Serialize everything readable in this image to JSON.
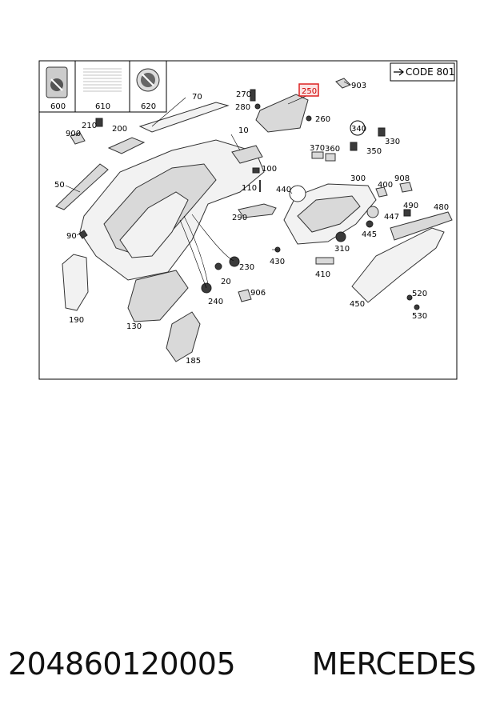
{
  "frame": {
    "code_label": "CODE 801"
  },
  "part_labels": [
    {
      "id": "600",
      "text": "600"
    },
    {
      "id": "610",
      "text": "610"
    },
    {
      "id": "620",
      "text": "620"
    },
    {
      "id": "70",
      "text": "70"
    },
    {
      "id": "270",
      "text": "270"
    },
    {
      "id": "280",
      "text": "280"
    },
    {
      "id": "250",
      "text": "250"
    },
    {
      "id": "903",
      "text": "903"
    },
    {
      "id": "260",
      "text": "260"
    },
    {
      "id": "210",
      "text": "210"
    },
    {
      "id": "900",
      "text": "900"
    },
    {
      "id": "200",
      "text": "200"
    },
    {
      "id": "10",
      "text": "10"
    },
    {
      "id": "340",
      "text": "340"
    },
    {
      "id": "330",
      "text": "330"
    },
    {
      "id": "370",
      "text": "370"
    },
    {
      "id": "360",
      "text": "360"
    },
    {
      "id": "350",
      "text": "350"
    },
    {
      "id": "100",
      "text": "100"
    },
    {
      "id": "50",
      "text": "50"
    },
    {
      "id": "300",
      "text": "300"
    },
    {
      "id": "908",
      "text": "908"
    },
    {
      "id": "110",
      "text": "110"
    },
    {
      "id": "440",
      "text": "440"
    },
    {
      "id": "400",
      "text": "400"
    },
    {
      "id": "490",
      "text": "490"
    },
    {
      "id": "480",
      "text": "480"
    },
    {
      "id": "290",
      "text": "290"
    },
    {
      "id": "447",
      "text": "447"
    },
    {
      "id": "90",
      "text": "90"
    },
    {
      "id": "445",
      "text": "445"
    },
    {
      "id": "310",
      "text": "310"
    },
    {
      "id": "430",
      "text": "430"
    },
    {
      "id": "230",
      "text": "230"
    },
    {
      "id": "410",
      "text": "410"
    },
    {
      "id": "20",
      "text": "20"
    },
    {
      "id": "906",
      "text": "906"
    },
    {
      "id": "520",
      "text": "520"
    },
    {
      "id": "240",
      "text": "240"
    },
    {
      "id": "450",
      "text": "450"
    },
    {
      "id": "190",
      "text": "190"
    },
    {
      "id": "530",
      "text": "530"
    },
    {
      "id": "130",
      "text": "130"
    },
    {
      "id": "185",
      "text": "185"
    }
  ],
  "highlighted_part": "250",
  "caption": {
    "part_number": "204860120005",
    "brand": "MERCEDES"
  }
}
